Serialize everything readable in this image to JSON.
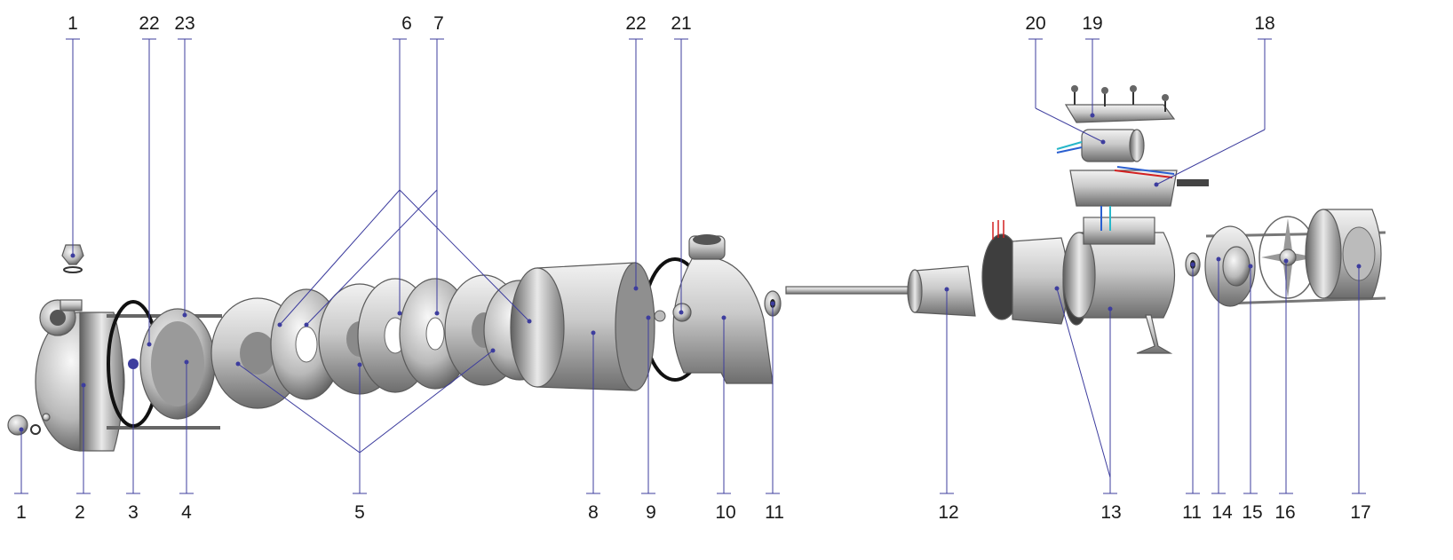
{
  "callouts_top": [
    "1",
    "22",
    "23",
    "6",
    "7",
    "22",
    "21",
    "20",
    "19",
    "18"
  ],
  "callouts_bottom": [
    "1",
    "2",
    "3",
    "4",
    "5",
    "8",
    "9",
    "10",
    "11",
    "12",
    "13",
    "11",
    "14",
    "15",
    "16",
    "17"
  ],
  "colors": {
    "leader": "#3d3d9e",
    "metal_light": "#e6e6e6",
    "metal_dark": "#6e6e6e",
    "wire_red": "#d22020",
    "wire_blue": "#2a5fd0",
    "wire_cyan": "#27b7c9"
  }
}
